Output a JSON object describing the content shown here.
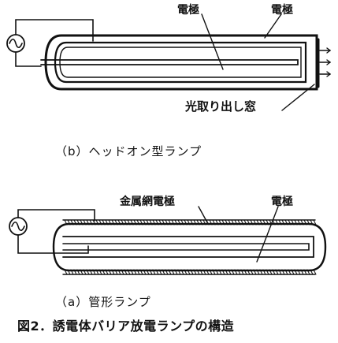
{
  "diagram_b": {
    "electrode_label_left": "電極",
    "electrode_label_right": "電極",
    "window_label": "光取り出し窓",
    "caption": "（b）ヘッドオン型ランプ"
  },
  "diagram_a": {
    "mesh_electrode_label": "金属網電極",
    "electrode_label": "電極",
    "caption": "（a）管形ランプ"
  },
  "figure_caption": "図2．誘電体バリア放電ランプの構造",
  "icons": {
    "ac_source": "ac-source-icon"
  },
  "colors": {
    "ink": "#111111",
    "background": "#ffffff"
  }
}
